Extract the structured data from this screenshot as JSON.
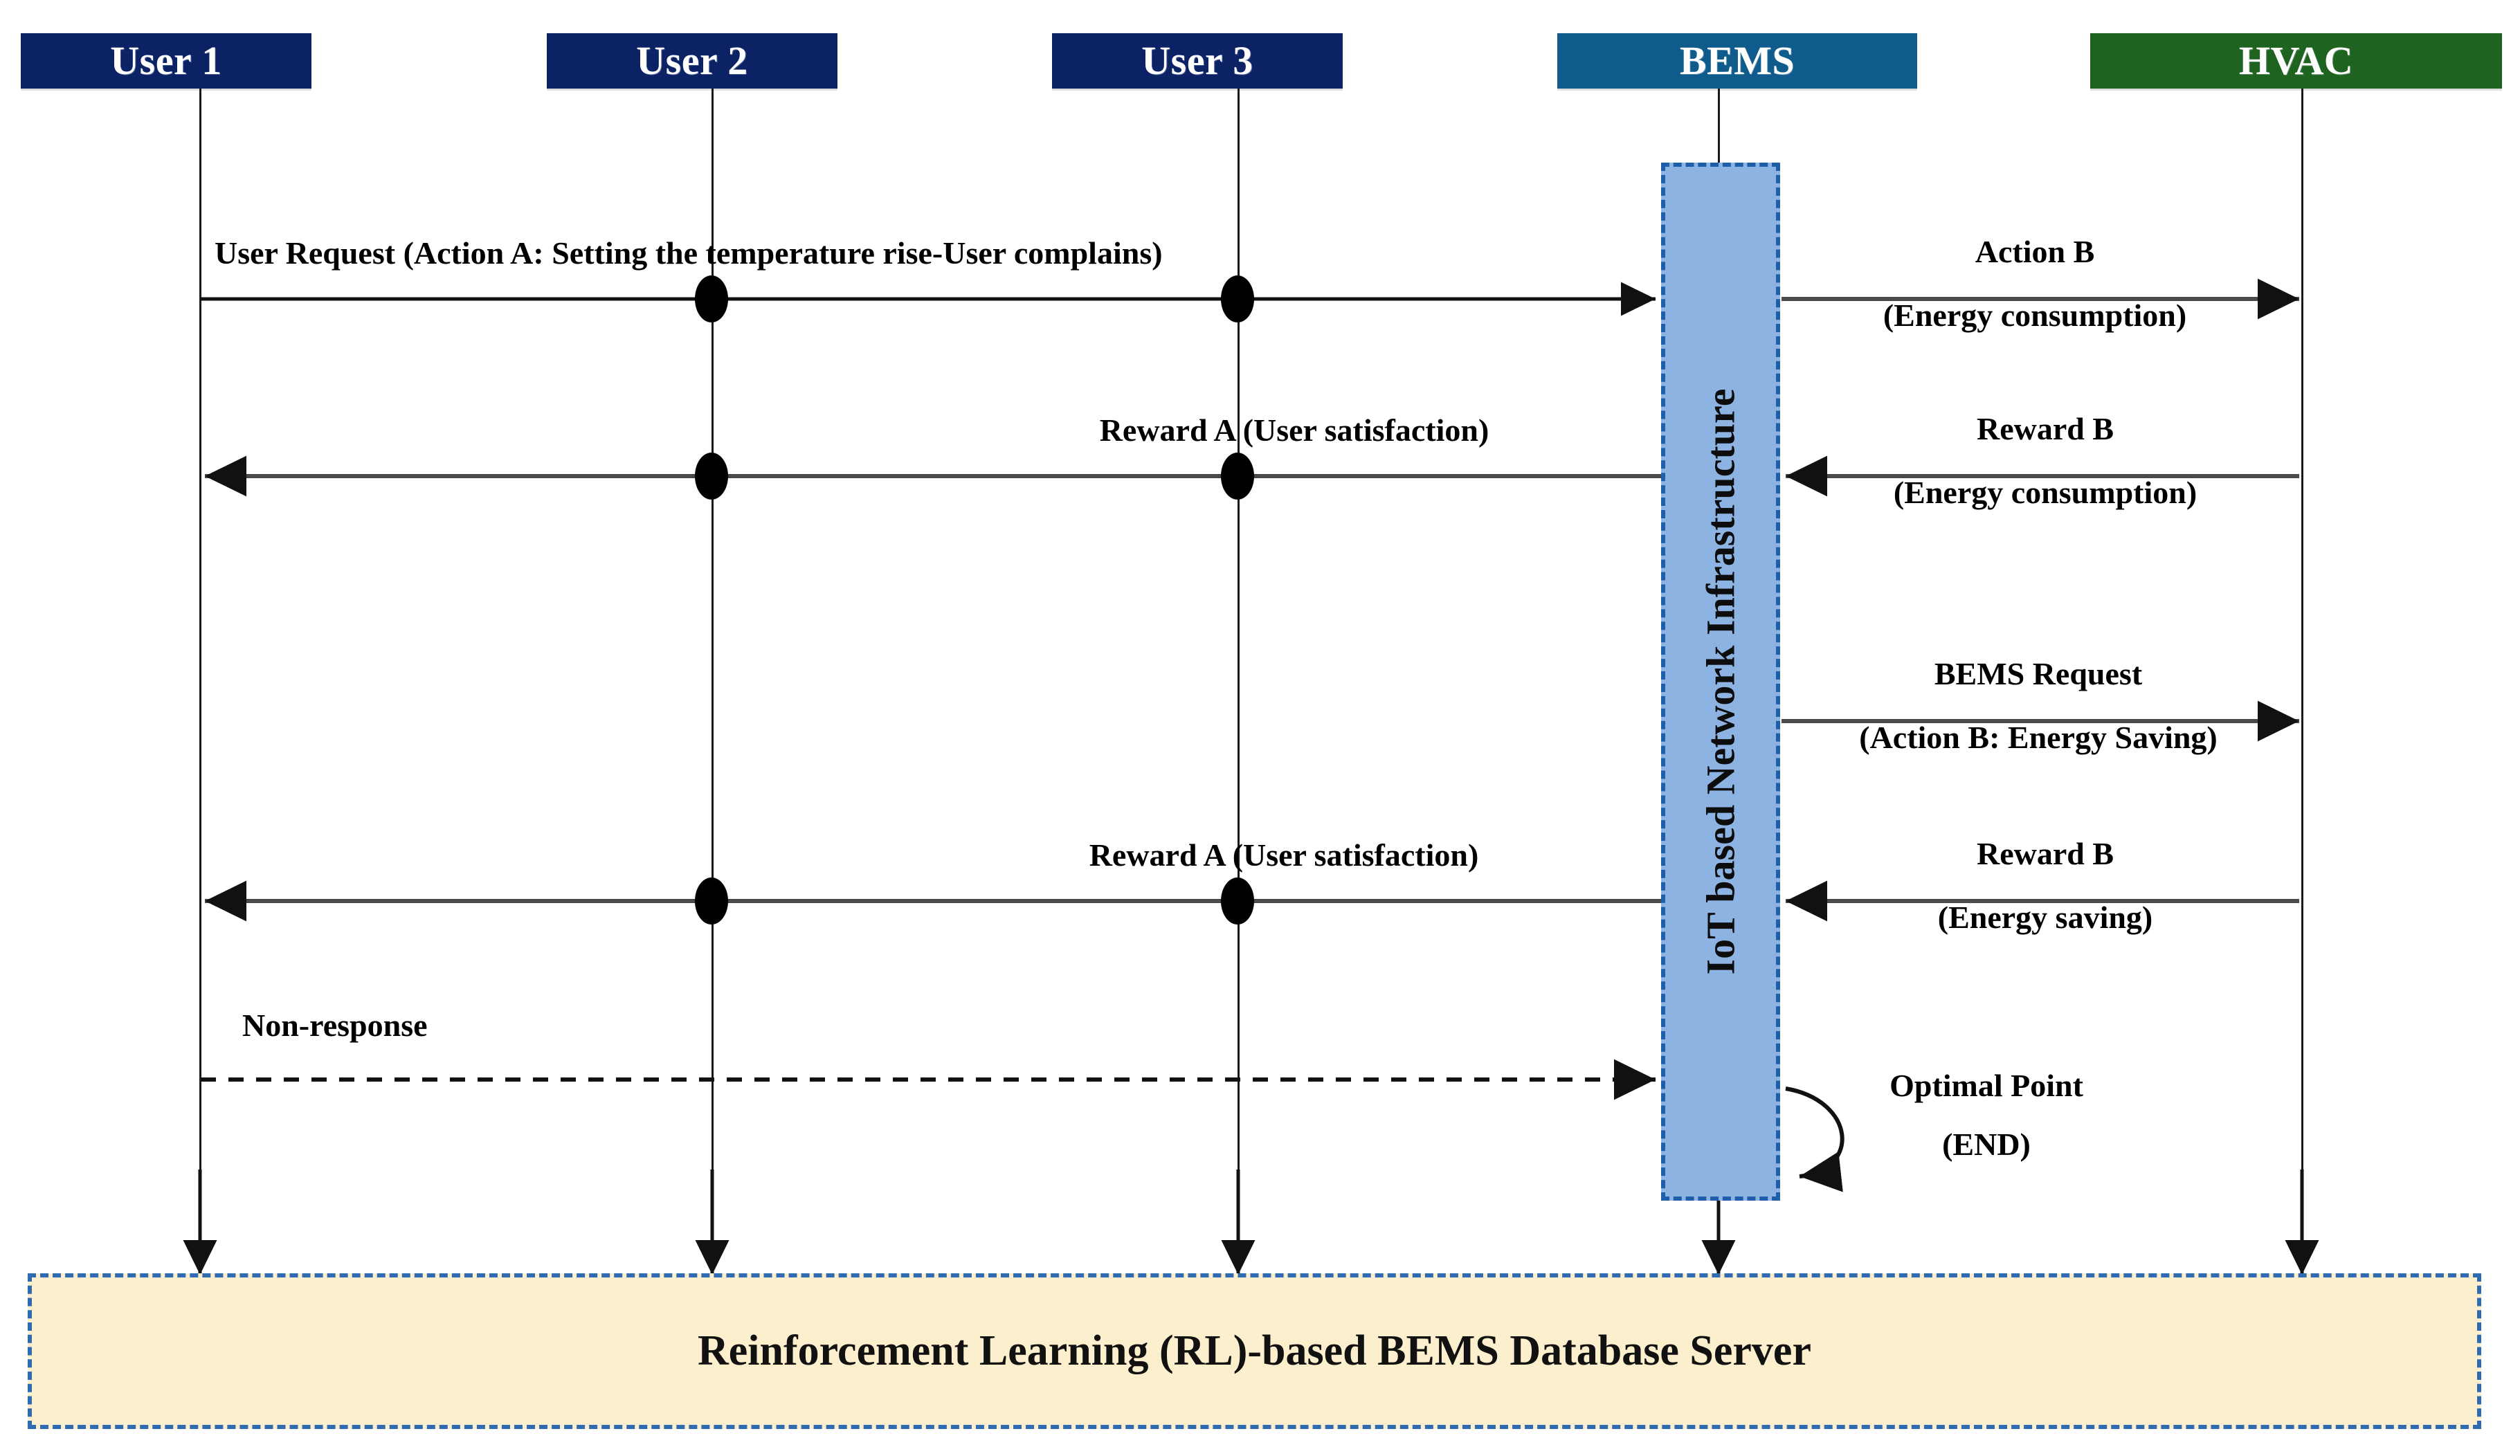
{
  "diagram": {
    "type": "sequence-diagram",
    "title": "RL-based BEMS interaction sequence",
    "colors": {
      "user_box": "#0b2265",
      "bems_box": "#0f5c8c",
      "hvac_box": "#1f6321",
      "iot_band_fill": "#8db3e2",
      "iot_band_border": "#1f5fa9",
      "db_fill": "#fcefcd",
      "db_border": "#2f6bb0",
      "line": "#1a1a1a"
    },
    "participants": [
      {
        "id": "user1",
        "label": "User 1",
        "kind": "user"
      },
      {
        "id": "user2",
        "label": "User 2",
        "kind": "user"
      },
      {
        "id": "user3",
        "label": "User 3",
        "kind": "user"
      },
      {
        "id": "bems",
        "label": "BEMS",
        "kind": "system"
      },
      {
        "id": "hvac",
        "label": "HVAC",
        "kind": "equipment"
      }
    ],
    "activation_band": {
      "label": "IoT based Network Infrastructure",
      "on": "bems",
      "orientation": "vertical-rotated"
    },
    "messages": [
      {
        "id": "m1",
        "from": "user1",
        "to": "bems",
        "style": "solid",
        "direction": "right",
        "line1": "User Request (Action A: Setting the temperature rise-User complains)",
        "line2": ""
      },
      {
        "id": "m2",
        "from": "bems",
        "to": "hvac",
        "style": "solid",
        "direction": "right",
        "line1": "Action B",
        "line2": "(Energy consumption)"
      },
      {
        "id": "m3",
        "from": "bems",
        "to": "user1",
        "style": "solid",
        "direction": "left",
        "line1": "Reward A (User satisfaction)",
        "line2": ""
      },
      {
        "id": "m4",
        "from": "hvac",
        "to": "bems",
        "style": "solid",
        "direction": "left",
        "line1": "Reward  B",
        "line2": "(Energy consumption)"
      },
      {
        "id": "m5",
        "from": "bems",
        "to": "hvac",
        "style": "solid",
        "direction": "right",
        "line1": "BEMS Request",
        "line2": "(Action B: Energy Saving)"
      },
      {
        "id": "m6",
        "from": "bems",
        "to": "user1",
        "style": "solid",
        "direction": "left",
        "line1": "Reward  A (User satisfaction)",
        "line2": ""
      },
      {
        "id": "m7",
        "from": "hvac",
        "to": "bems",
        "style": "solid",
        "direction": "left",
        "line1": "Reward  B",
        "line2": "(Energy saving)"
      },
      {
        "id": "m8",
        "from": "user1",
        "to": "bems",
        "style": "dashed",
        "direction": "right",
        "line1": "Non-response",
        "line2": ""
      }
    ],
    "self_message": {
      "id": "m9",
      "on": "bems",
      "style": "curved-self-loop",
      "line1": "Optimal Point",
      "line2": "(END)"
    },
    "database": {
      "label": "Reinforcement Learning (RL)-based BEMS Database Server"
    }
  }
}
